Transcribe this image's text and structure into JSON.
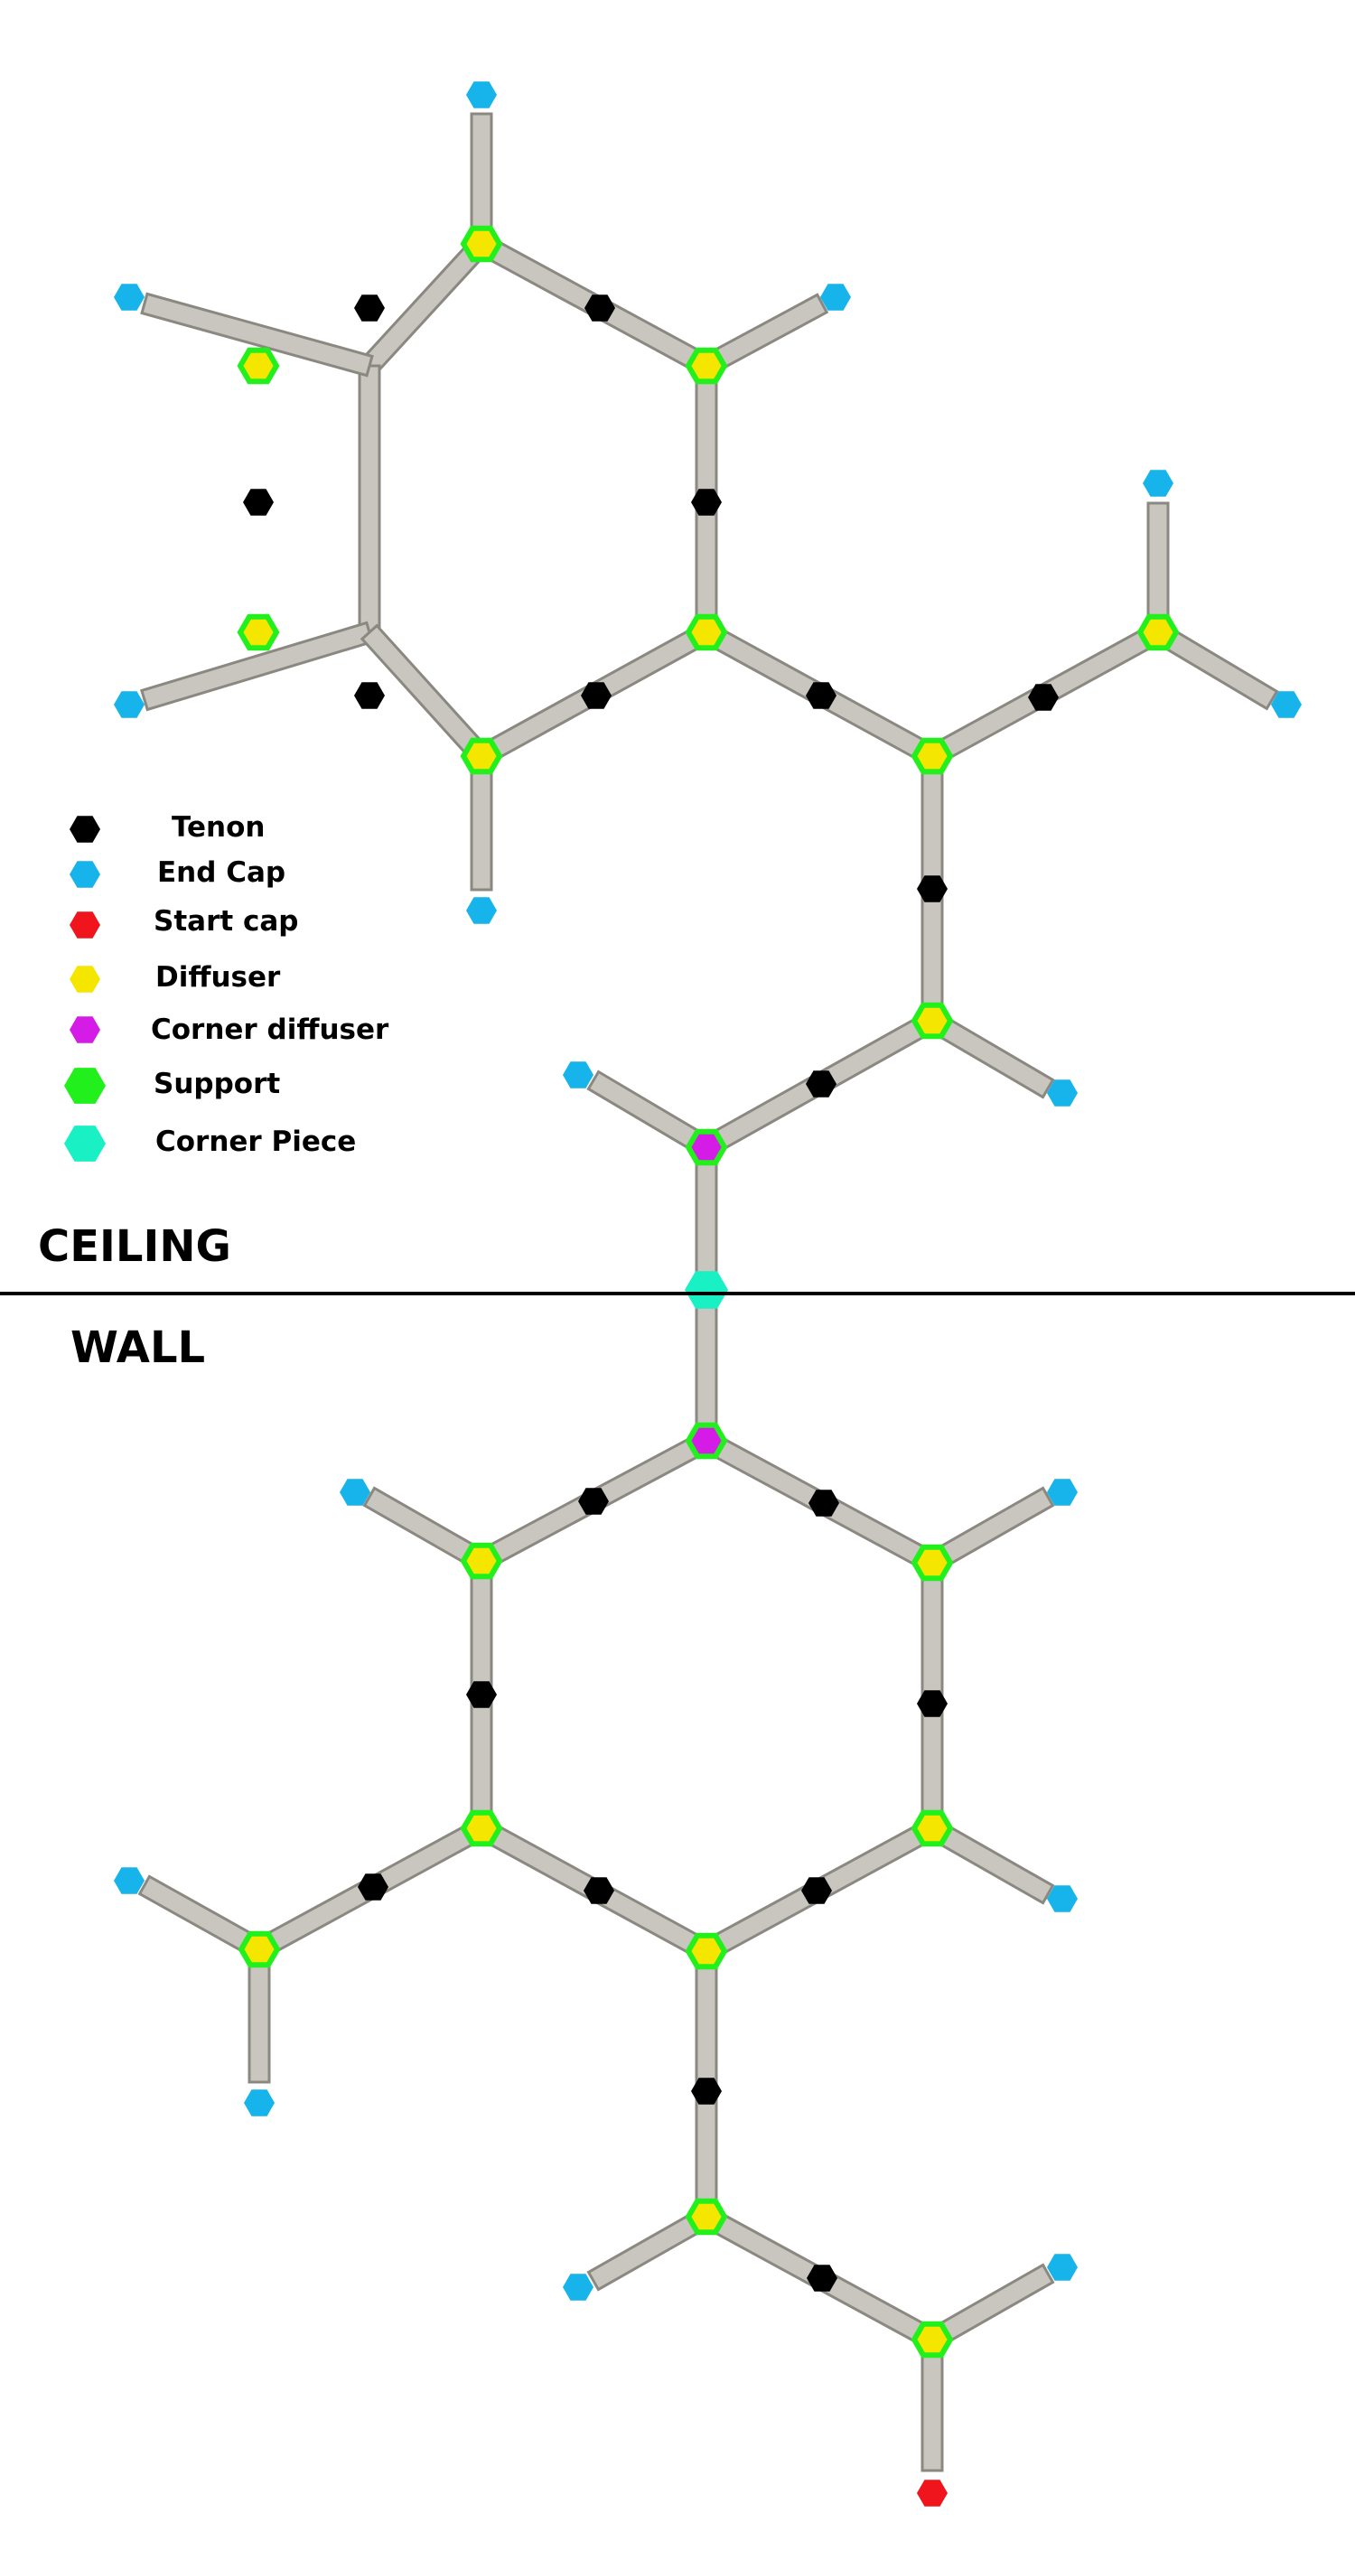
{
  "legend": {
    "items": [
      {
        "key": "tenon",
        "label": "Tenon",
        "color": "#000000",
        "icon": "black-hexagon"
      },
      {
        "key": "end_cap",
        "label": "End Cap",
        "color": "#16b4ea",
        "icon": "blue-hexagon"
      },
      {
        "key": "start_cap",
        "label": "Start cap",
        "color": "#f0141c",
        "icon": "red-hexagon"
      },
      {
        "key": "diffuser",
        "label": "Diffuser",
        "color": "#f5e600",
        "icon": "yellow-hexagon"
      },
      {
        "key": "corner_diffuser",
        "label": "Corner diffuser",
        "color": "#d41ce6",
        "icon": "purple-hexagon"
      },
      {
        "key": "support",
        "label": "Support",
        "color": "#22f01c",
        "icon": "green-hexagon"
      },
      {
        "key": "corner_piece",
        "label": "Corner Piece",
        "color": "#19f0c4",
        "icon": "teal-hexagon"
      }
    ]
  },
  "sections": {
    "ceiling_label": "CEILING",
    "wall_label": "WALL"
  },
  "colors": {
    "pipe_fill": "#c8c6bf",
    "pipe_stroke": "#8a8881",
    "divider": "#000000"
  }
}
